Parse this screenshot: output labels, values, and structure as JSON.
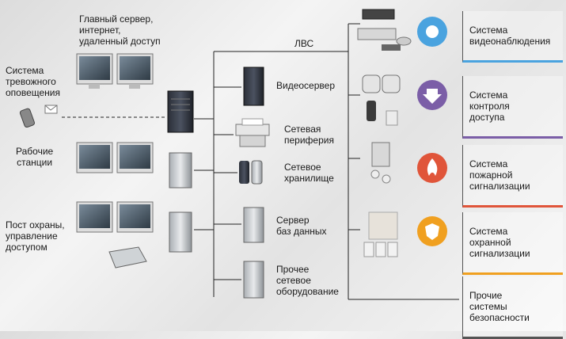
{
  "left": {
    "main_server": "Главный сервер,\nинтернет,\nудаленный доступ",
    "alarm": "Система\nтревожного\nоповещения",
    "workstations": "Рабочие\nстанции",
    "guard_post": "Пост охраны,\nуправление\nдоступом"
  },
  "network": {
    "lan_label": "ЛВС",
    "video_server": "Видеосервер",
    "peripherals": "Сетевая\nпериферия",
    "storage": "Сетевое\nхранилище",
    "db_server": "Сервер\nбаз данных",
    "other_network": "Прочее\nсетевое\nоборудование"
  },
  "systems": [
    {
      "label": "Система\nвидеонаблюдения",
      "color": "#4aa3df",
      "icon": "camera-icon"
    },
    {
      "label": "Система\nконтроля\nдоступа",
      "color": "#7b5ea7",
      "icon": "arrow-down-icon"
    },
    {
      "label": "Система\nпожарной\nсигнализации",
      "color": "#e0553a",
      "icon": "flame-icon"
    },
    {
      "label": "Система\nохранной\nсигнализации",
      "color": "#f0a020",
      "icon": "shield-icon"
    },
    {
      "label": "Прочие\nсистемы\nбезопасности",
      "color": "#555555",
      "icon": ""
    }
  ]
}
